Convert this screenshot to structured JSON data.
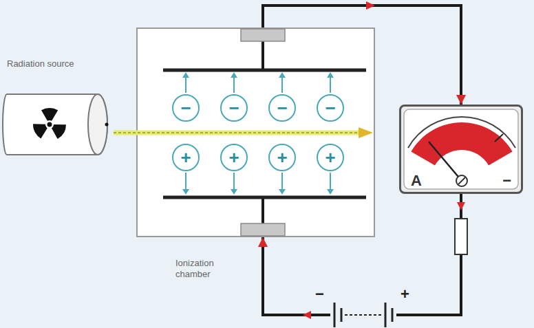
{
  "diagram": {
    "nodes": [
      {
        "text": [
          "Radiation source"
        ]
      },
      {
        "text": [
          "Ionization chamber"
        ]
      },
      {
        "text": [
          "−"
        ],
        "in": 1
      },
      {
        "text": [
          "−"
        ],
        "in": 1
      },
      {
        "text": [
          "−"
        ],
        "in": 1
      },
      {
        "text": [
          "−"
        ],
        "in": 1
      },
      {
        "text": [
          "+"
        ],
        "in": 1
      },
      {
        "text": [
          "+"
        ],
        "in": 1
      },
      {
        "text": [
          "+"
        ],
        "in": 1
      },
      {
        "text": [
          "+"
        ],
        "in": 1
      },
      {
        "text": [
          "A",
          "−"
        ]
      }
    ],
    "edges": [
      {
        "from": 1,
        "to": 10,
        "arrow": "to"
      },
      {
        "from": 10,
        "to": 1,
        "arrow": "to"
      }
    ],
    "labels": [
      "−",
      "+"
    ]
  }
}
